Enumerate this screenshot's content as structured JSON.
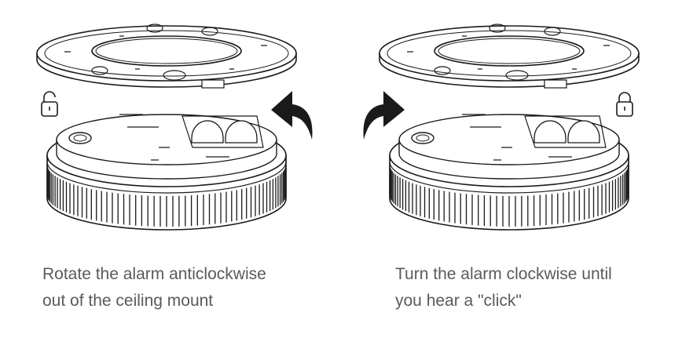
{
  "steps": [
    {
      "caption_line1": "Rotate the alarm anticlockwise",
      "caption_line2": "out of the ceiling mount",
      "lock_icon": "unlocked-padlock-icon",
      "arrow_icon": "curved-arrow-anticlockwise-icon"
    },
    {
      "caption_line1": "Turn the alarm clockwise until",
      "caption_line2": "you hear a \"click\"",
      "lock_icon": "locked-padlock-icon",
      "arrow_icon": "curved-arrow-clockwise-icon"
    }
  ],
  "colors": {
    "line": "#1a1a1a",
    "text": "#5a5a5a"
  }
}
